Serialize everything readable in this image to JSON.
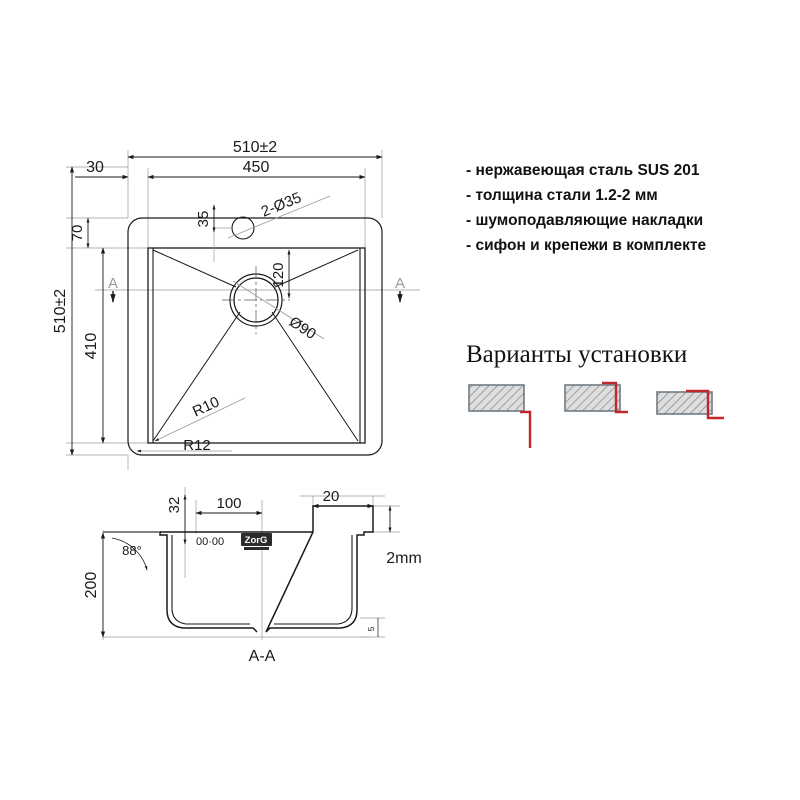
{
  "document": {
    "title": "Чертеж кухонной мойки",
    "type": "technical-drawing"
  },
  "specs": {
    "items": [
      "- нержавеющая сталь SUS 201",
      "- толщина стали 1.2-2 мм",
      "- шумоподавляющие накладки",
      "- сифон и крепежи в комплекте"
    ]
  },
  "install": {
    "title": "Варианты установки",
    "variants": [
      {
        "name": "flush-mount",
        "label": ""
      },
      {
        "name": "top-mount",
        "label": ""
      },
      {
        "name": "under-mount",
        "label": ""
      }
    ],
    "block_fill": "#d8d8d8",
    "block_stroke": "#707b84",
    "counter_color": "#c1272d"
  },
  "plan_view": {
    "dim_width_outer": "510±2",
    "dim_width_inner": "450",
    "dim_left_offset": "30",
    "dim_top_offset": "70",
    "dim_height_outer": "510±2",
    "dim_height_inner": "410",
    "dim_hole_from_top": "35",
    "dim_holes": "2-Ø35",
    "dim_drain_from_top": "120",
    "dim_drain_dia": "Ø90",
    "radius_inner": "R10",
    "radius_outer": "R12",
    "section_mark_left": "A",
    "section_mark_right": "A"
  },
  "section_view": {
    "label": "A-A",
    "dim_depth": "200",
    "dim_angle": "88°",
    "dim_drain_offset": "32",
    "dim_100": "100",
    "dim_flange": "20",
    "dim_thickness": "2mm",
    "dim_small": "5",
    "mark_center": "00·00",
    "logo": "ZorG"
  },
  "colors": {
    "line": "#1a1a1a",
    "thin_line": "#8a8a8a",
    "section_letter": "#9a9a9a",
    "red": "#c1272d"
  }
}
